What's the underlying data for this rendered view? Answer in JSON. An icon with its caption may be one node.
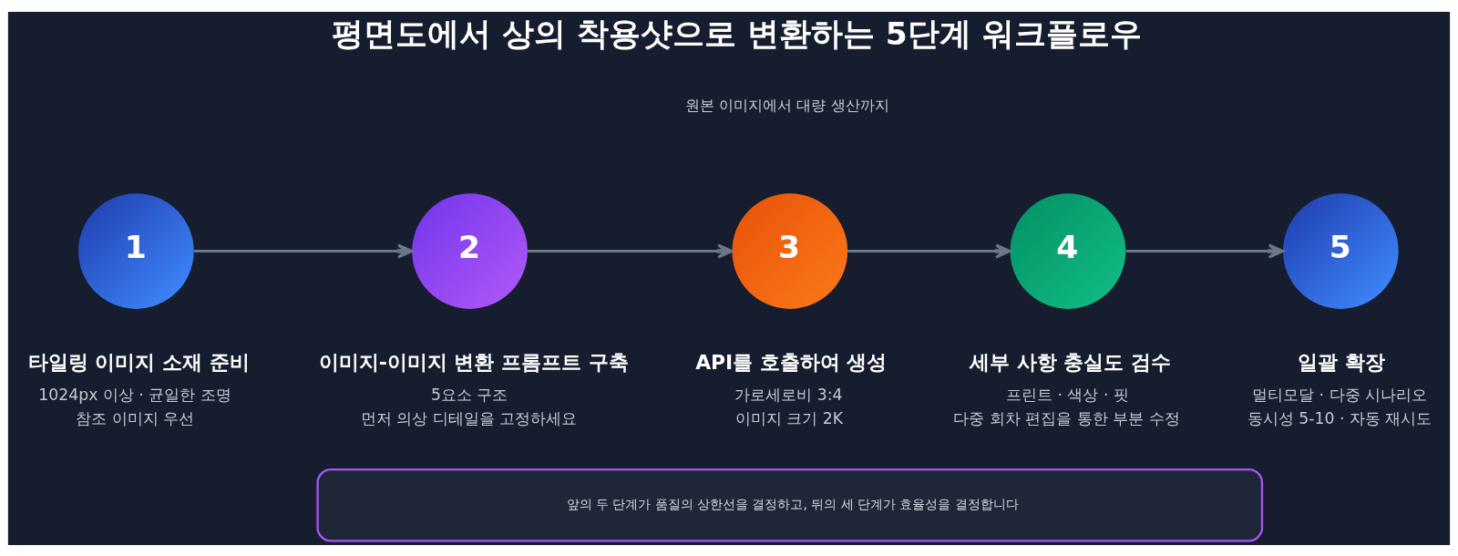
{
  "diagram": {
    "title": "평면도에서 상의 착용샷으로 변환하는 5단계 워크플로우",
    "nodes": [
      {
        "text": [
          "1"
        ],
        "beside": [
          "타일링 이미지 소재 준비",
          "1024px 이상 · 균일한 조명",
          "참조 이미지 우선"
        ]
      },
      {
        "text": [
          "2"
        ],
        "beside": [
          "이미지-이미지 변환 프롬프트 구축",
          "5요소 구조",
          "먼저 의상 디테일을 고정하세요"
        ]
      },
      {
        "text": [
          "3"
        ],
        "beside": [
          "API를 호출하여 생성",
          "가로세로비 3:4",
          "이미지 크기 2K"
        ]
      },
      {
        "text": [
          "4"
        ],
        "beside": [
          "세부 사항 충실도 검수",
          "프린트 · 색상 · 핏",
          "다중 회차 편집을 통한 부분 수정"
        ]
      },
      {
        "text": [
          "5"
        ],
        "beside": [
          "일괄 확장",
          "멀티모달 · 다중 시나리오",
          "동시성 5-10 · 자동 재시도"
        ]
      },
      {
        "text": [
          "앞의 두 단계가 품질의 상한선을 결정하고, 뒤의 세 단계가 효율성을 결정합니다"
        ]
      }
    ],
    "edges": [
      {
        "from": 0,
        "to": 1,
        "arrow": "to"
      },
      {
        "from": 1,
        "to": 2,
        "arrow": "to"
      },
      {
        "from": 2,
        "to": 3,
        "arrow": "to"
      },
      {
        "from": 3,
        "to": 4,
        "arrow": "to"
      }
    ],
    "labels": [
      "원본 이미지에서 대량 생산까지"
    ]
  }
}
